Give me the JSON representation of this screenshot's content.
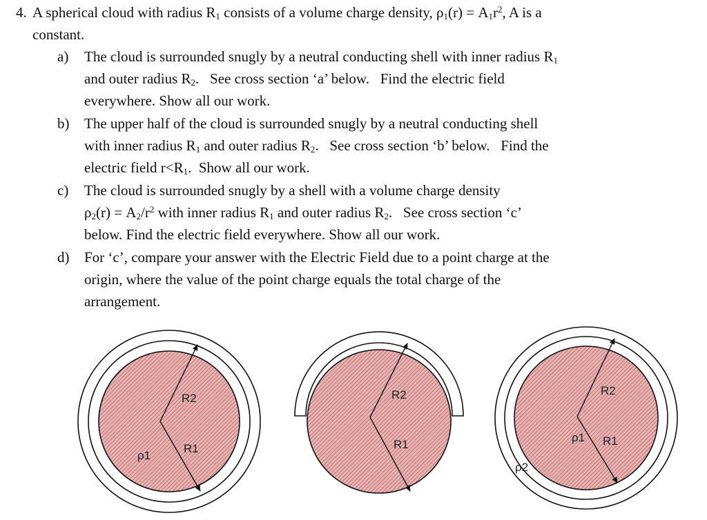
{
  "problem": {
    "number": "4.",
    "intro_line1_a": "A spherical cloud with radius R",
    "intro_line1_b": " consists of a volume charge density, ρ",
    "intro_line1_c": "(r) = A",
    "intro_line1_d": "r",
    "intro_line1_e": ", A is a",
    "intro_line2": "constant.",
    "sub1": "1",
    "sub2": "2",
    "sup2": "2"
  },
  "parts": {
    "a": {
      "letter": "a)",
      "l1": "The cloud is surrounded snugly by a neutral conducting shell with inner radius R",
      "l2a": "and outer radius R",
      "l2b": ".   See cross section ‘a’ below.   Find the electric field",
      "l3": "everywhere.  Show all our work."
    },
    "b": {
      "letter": "b)",
      "l1": "The upper half of the cloud is surrounded snugly by a neutral conducting shell",
      "l2a": "with inner radius R",
      "l2b": " and outer radius R",
      "l2c": ".   See cross section ‘b’ below.   Find the",
      "l3a": "electric field r<R",
      "l3b": ".  Show all our work."
    },
    "c": {
      "letter": "c)",
      "l1": "The cloud is surrounded snugly by a shell with a volume charge density",
      "l2a": "ρ",
      "l2b": "(r) = A",
      "l2c": "/r",
      "l2d": " with inner radius R",
      "l2e": " and outer radius R",
      "l2f": ".   See cross section ‘c’",
      "l3": "below.   Find the electric field everywhere.  Show all our work."
    },
    "d": {
      "letter": "d)",
      "l1": "For ‘c’, compare your answer with the Electric Field due to a point charge at the",
      "l2": "origin, where the value of the point charge equals the total charge of the",
      "l3": "arrangement."
    }
  },
  "figures": {
    "labels": {
      "R2": "R2",
      "R1": "R1",
      "rho1": "ρ1",
      "rho2": "ρ2"
    },
    "colors": {
      "fill": "#e8a9a9",
      "hatch": "#9b4f4f",
      "outline": "#111111"
    }
  }
}
